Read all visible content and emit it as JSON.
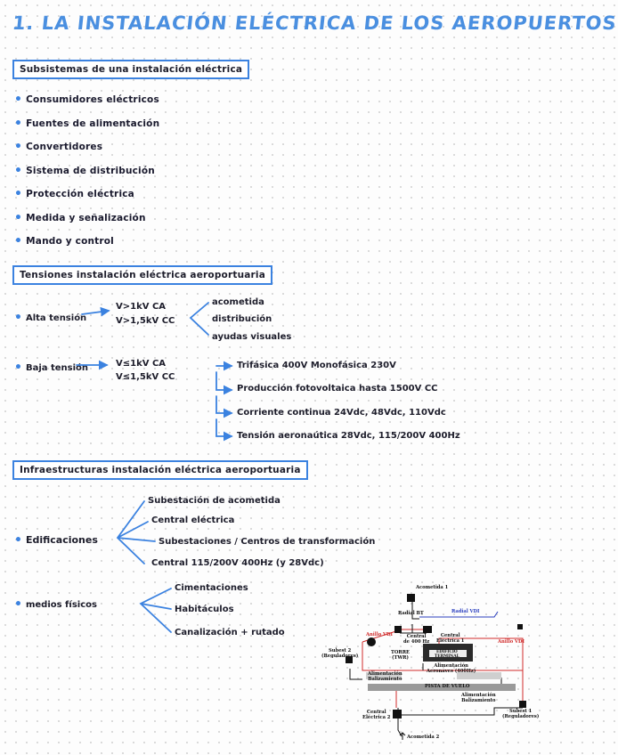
{
  "title": "1. LA INSTALACIÓN ELÉCTRICA DE LOS AEROPUERTOS",
  "section1": {
    "heading": "Subsistemas de una instalación eléctrica",
    "items": [
      "Consumidores eléctricos",
      "Fuentes de alimentación",
      "Convertidores",
      "Sistema de distribución",
      "Protección eléctrica",
      "Medida y señalización",
      "Mando y control"
    ]
  },
  "section2": {
    "heading": "Tensiones instalación eléctrica aeroportuaria",
    "alta": {
      "label": "Alta tensión",
      "v1": "V>1kV CA",
      "v2": "V>1,5kV CC",
      "branches": [
        "acometida",
        "distribución",
        "ayudas visuales"
      ]
    },
    "baja": {
      "label": "Baja tensión",
      "v1": "V≤1kV CA",
      "v2": "V≤1,5kV CC",
      "items": [
        "Trifásica 400V Monofásica 230V",
        "Producción fotovoltaica hasta 1500V CC",
        "Corriente continua 24Vdc, 48Vdc, 110Vdc",
        "Tensión aeronaútica 28Vdc, 115/200V 400Hz"
      ]
    }
  },
  "section3": {
    "heading": "Infraestructuras instalación eléctrica aeroportuaria",
    "edificaciones": {
      "label": "Edificaciones",
      "branches": [
        "Subestación de acometida",
        "Central eléctrica",
        "Subestaciones / Centros de transformación",
        "Central 115/200V 400Hz (y 28Vdc)"
      ]
    },
    "fisicos": {
      "label": "medios físicos",
      "branches": [
        "Cimentaciones",
        "Habitáculos",
        "Canalización + rutado"
      ]
    }
  },
  "diagram": {
    "acometida1": "Acometida 1",
    "radial_bt": "Radial BT",
    "radial_vdi": "Radial VDI",
    "central400": "Central\nde 400 Hz",
    "central_e1": "Central\nEléctrica 1",
    "edificio": "EDIFICIO\nTERMINAL",
    "anillo_vdi_left": "Anillo VDI",
    "anillo_vdi_right": "Anillo VDI",
    "subest2": "Subest 2\n(Reguladores)",
    "torre": "TORRE\n(TWR)",
    "alim_aeronaves": "Alimentación\nAeronaves (400Hz)",
    "alim_balizamiento_left": "Alimentación\nBalizamiento",
    "pista": "PISTA DE VUELO",
    "alim_balizamiento_right": "Alimentación\nBalizamiento",
    "subest1": "Subest 1\n(Reguladores)",
    "central_e2": "Central\nEléctrica 2",
    "acometida2": "Acometida 2",
    "accent": "#3b82e0",
    "red": "#d12c2c"
  }
}
